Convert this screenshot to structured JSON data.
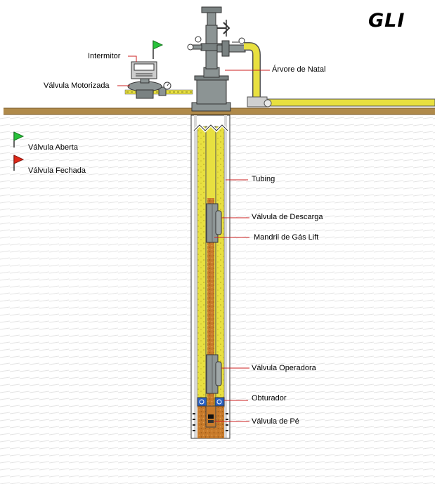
{
  "title": "GLI",
  "labels": {
    "intermitor": "Intermitor",
    "valvula_motorizada": "Válvula Motorizada",
    "arvore_de_natal": "Árvore de Natal",
    "tubing": "Tubing",
    "valvula_de_descarga": "Válvula de Descarga",
    "mandril": "Mandril de Gás Lift",
    "valvula_operadora": "Válvula Operadora",
    "obturador": "Obturador",
    "valvula_de_pe": "Válvula de Pé"
  },
  "legend": [
    {
      "label": "Válvula Aberta",
      "color": "#27c23a",
      "icon": "green-flag-icon"
    },
    {
      "label": "Válvula Fechada",
      "color": "#e02818",
      "icon": "red-flag-icon"
    }
  ],
  "colors": {
    "ground": "#b08a4a",
    "gas": "#e8e040",
    "oil": "#c87a2a",
    "steel": "#8c9494",
    "casing_wall": "#d8d8d8"
  }
}
